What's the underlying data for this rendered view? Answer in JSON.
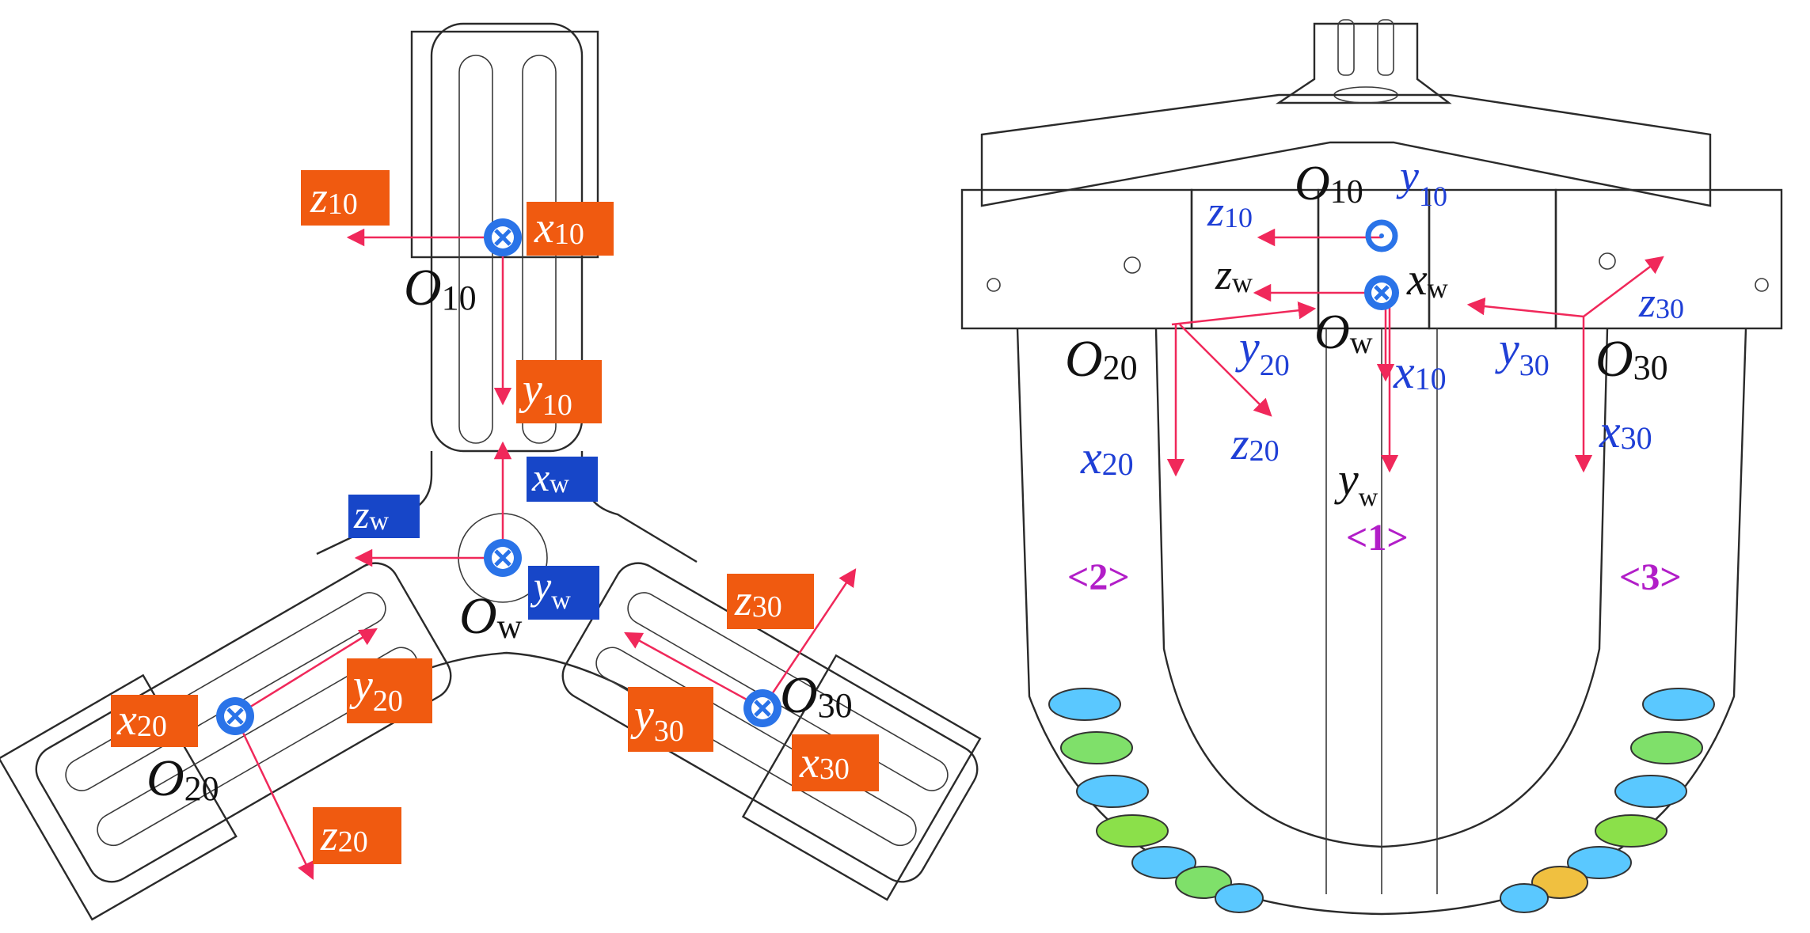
{
  "colors": {
    "axis_arrow": "#f0285a",
    "label_box_orange": "#f05a10",
    "label_box_blue": "#1746c8",
    "origin_marker": "#2a73e8",
    "finger_number": "#b21ec8",
    "label_blue_text": "#1f3fd6"
  },
  "left_panel": {
    "boxed_labels": [
      {
        "id": "z10",
        "base": "z",
        "sub": "10",
        "style": "orange"
      },
      {
        "id": "x10",
        "base": "x",
        "sub": "10",
        "style": "orange"
      },
      {
        "id": "y10",
        "base": "y",
        "sub": "10",
        "style": "orange"
      },
      {
        "id": "xw",
        "base": "x",
        "sub": "w",
        "style": "blue"
      },
      {
        "id": "zw",
        "base": "z",
        "sub": "w",
        "style": "blue"
      },
      {
        "id": "yw",
        "base": "y",
        "sub": "w",
        "style": "blue"
      },
      {
        "id": "z30",
        "base": "z",
        "sub": "30",
        "style": "orange"
      },
      {
        "id": "y30",
        "base": "y",
        "sub": "30",
        "style": "orange"
      },
      {
        "id": "x30",
        "base": "x",
        "sub": "30",
        "style": "orange"
      },
      {
        "id": "x20",
        "base": "x",
        "sub": "20",
        "style": "orange"
      },
      {
        "id": "y20",
        "base": "y",
        "sub": "20",
        "style": "orange"
      },
      {
        "id": "z20",
        "base": "z",
        "sub": "20",
        "style": "orange"
      }
    ],
    "origin_labels": [
      {
        "id": "O10",
        "base": "O",
        "sub": "10"
      },
      {
        "id": "Ow",
        "base": "O",
        "sub": "w"
      },
      {
        "id": "O30",
        "base": "O",
        "sub": "30"
      },
      {
        "id": "O20",
        "base": "O",
        "sub": "20"
      }
    ]
  },
  "right_panel": {
    "axis_labels": [
      {
        "id": "r-O10",
        "base": "O",
        "sub": "10",
        "color": "black"
      },
      {
        "id": "r-y10",
        "base": "y",
        "sub": "10",
        "color": "blue"
      },
      {
        "id": "r-z10",
        "base": "z",
        "sub": "10",
        "color": "blue"
      },
      {
        "id": "r-zw",
        "base": "z",
        "sub": "w",
        "color": "black"
      },
      {
        "id": "r-xw",
        "base": "x",
        "sub": "w",
        "color": "black"
      },
      {
        "id": "r-Ow",
        "base": "O",
        "sub": "w",
        "color": "black"
      },
      {
        "id": "r-O20",
        "base": "O",
        "sub": "20",
        "color": "black"
      },
      {
        "id": "r-y20",
        "base": "y",
        "sub": "20",
        "color": "blue"
      },
      {
        "id": "r-z20",
        "base": "z",
        "sub": "20",
        "color": "blue"
      },
      {
        "id": "r-x20",
        "base": "x",
        "sub": "20",
        "color": "blue"
      },
      {
        "id": "r-x10",
        "base": "x",
        "sub": "10",
        "color": "blue"
      },
      {
        "id": "r-yw",
        "base": "y",
        "sub": "w",
        "color": "black"
      },
      {
        "id": "r-y30",
        "base": "y",
        "sub": "30",
        "color": "blue"
      },
      {
        "id": "r-O30",
        "base": "O",
        "sub": "30",
        "color": "black"
      },
      {
        "id": "r-z30",
        "base": "z",
        "sub": "30",
        "color": "blue"
      },
      {
        "id": "r-x30",
        "base": "x",
        "sub": "30",
        "color": "blue"
      }
    ],
    "finger_numbers": [
      {
        "id": "finger-1",
        "text": "<1>"
      },
      {
        "id": "finger-2",
        "text": "<2>"
      },
      {
        "id": "finger-3",
        "text": "<3>"
      }
    ]
  }
}
